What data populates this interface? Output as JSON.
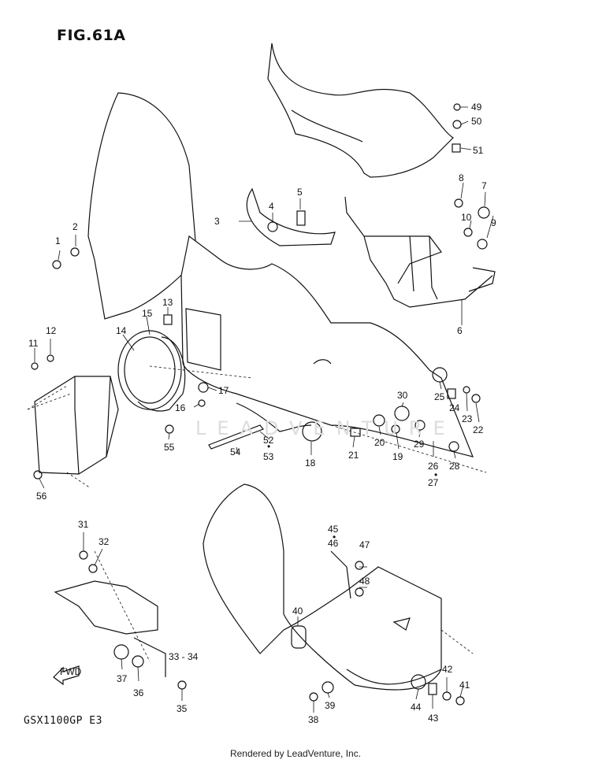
{
  "figure_title": "FIG.61A",
  "model_code": "GSX1100GP  E3",
  "footer_text": "Rendered by LeadVenture, Inc.",
  "watermark_text": "LEADVENTURE",
  "fwd_label": "FWD",
  "parts": [
    "1",
    "2",
    "3",
    "4",
    "5",
    "6",
    "7",
    "8",
    "9",
    "10",
    "11",
    "12",
    "13",
    "14",
    "15",
    "16",
    "17",
    "18",
    "19",
    "20",
    "21",
    "22",
    "23",
    "24",
    "25",
    "26",
    "27",
    "28",
    "29",
    "30",
    "31",
    "32",
    "33 - 34",
    "35",
    "36",
    "37",
    "38",
    "39",
    "40",
    "41",
    "42",
    "43",
    "44",
    "45",
    "46",
    "47",
    "48",
    "49",
    "50",
    "51",
    "52",
    "53",
    "54",
    "55",
    "56"
  ]
}
